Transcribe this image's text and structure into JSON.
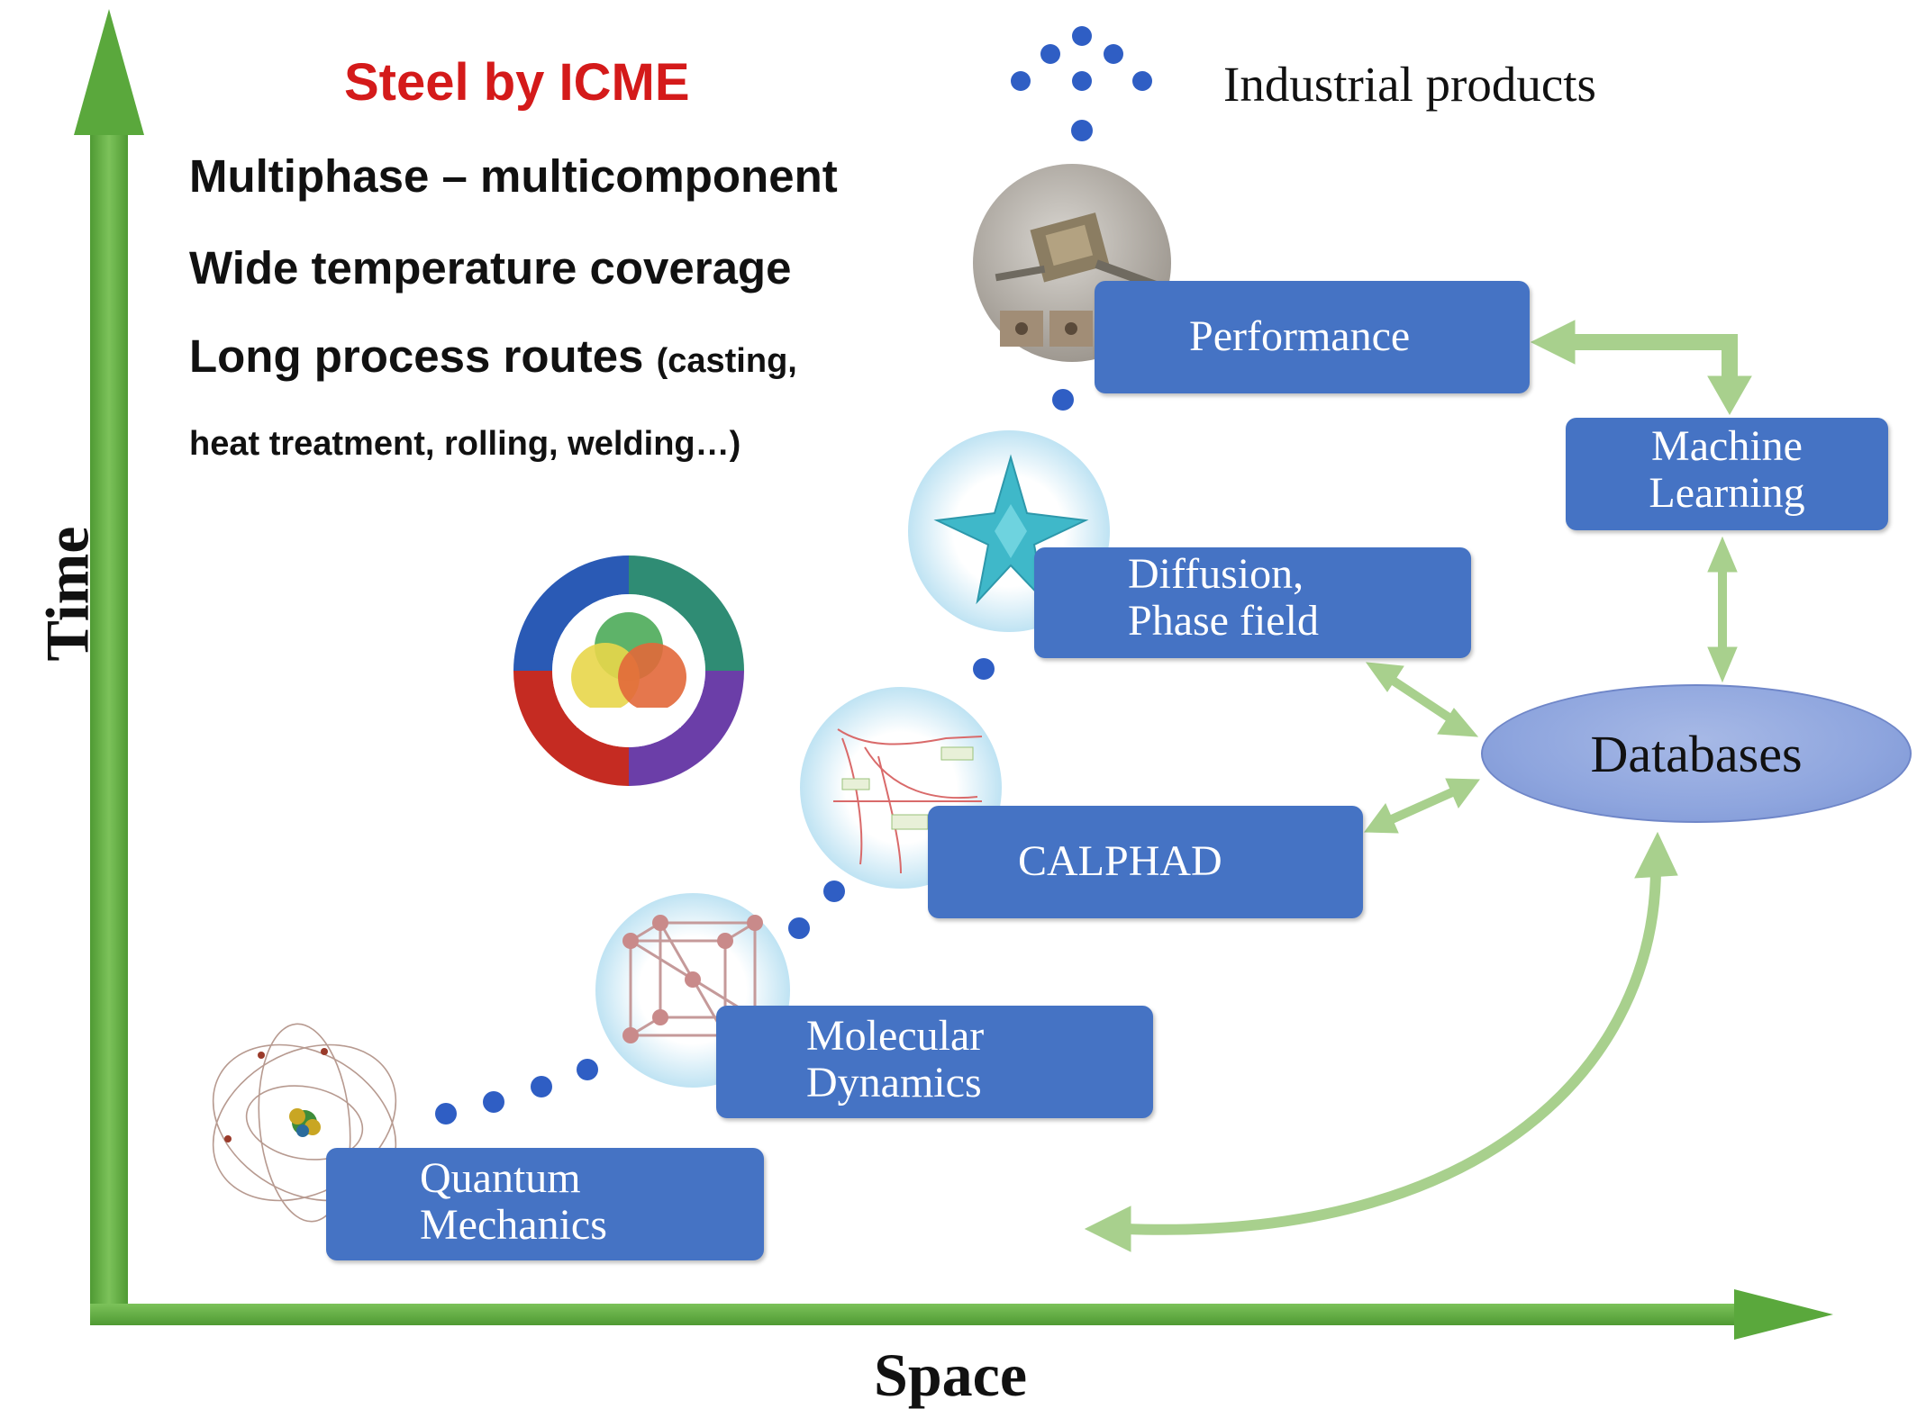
{
  "title": "Steel by ICME",
  "features": [
    "Multiphase – multicomponent",
    "Wide temperature coverage",
    "Long process routes",
    "(casting,",
    "heat treatment, rolling, welding…)"
  ],
  "axes": {
    "x_label": "Space",
    "y_label": "Time"
  },
  "top_label": "Industrial products",
  "stages": [
    {
      "line1": "Quantum",
      "line2": "Mechanics"
    },
    {
      "line1": "Molecular",
      "line2": "Dynamics"
    },
    {
      "line1": "CALPHAD",
      "line2": ""
    },
    {
      "line1": "Diffusion,",
      "line2": "Phase field"
    },
    {
      "line1": "Performance",
      "line2": ""
    }
  ],
  "machine_learning": {
    "line1": "Machine",
    "line2": "Learning"
  },
  "databases": "Databases",
  "colors": {
    "axis_green": "#5aa83c",
    "arrow_light_green": "#a8d08d",
    "box_blue": "#4573c4",
    "dot_blue": "#2f5ec4",
    "title_red": "#d41a1a"
  },
  "icons": [
    "atom-icon",
    "crystal-lattice-icon",
    "phase-diagram-icon",
    "dendrite-crystal-icon",
    "industrial-parts-photo",
    "mgi-infrastructure-wheel-icon"
  ]
}
